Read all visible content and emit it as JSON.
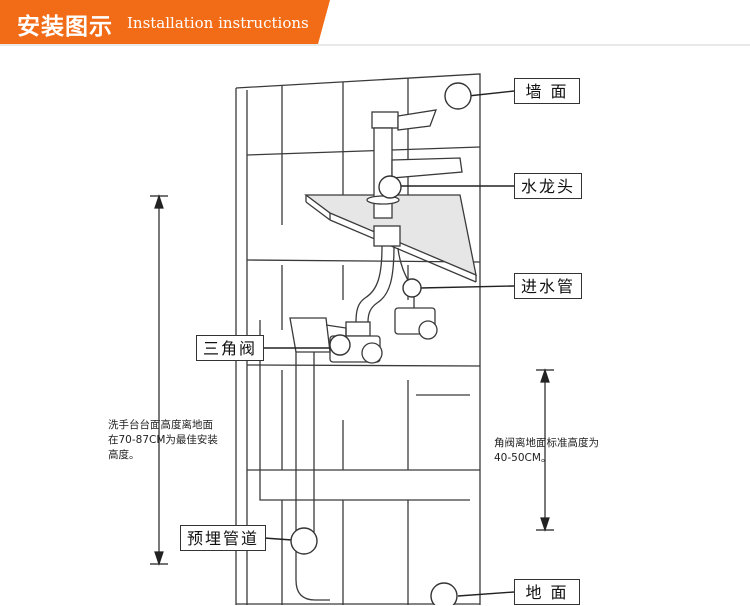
{
  "header": {
    "title_cn": "安装图示",
    "title_en": "Installation instructions",
    "bar_color": "#f26b17",
    "line_color": "#e9e9e9"
  },
  "labels": {
    "wall": "墙 面",
    "faucet": "水龙头",
    "inlet_pipe": "进水管",
    "angle_valve": "三角阀",
    "embedded_pipe": "预埋管道",
    "floor": "地 面"
  },
  "notes": {
    "basin_height": [
      "洗手台台面高度离地面",
      "在70-87CM为最佳安装",
      "高度。"
    ],
    "valve_height": [
      "角阀离地面标准高度为",
      "40-50CM。"
    ]
  },
  "colors": {
    "line": "#333333",
    "accent": "#f26b17"
  }
}
